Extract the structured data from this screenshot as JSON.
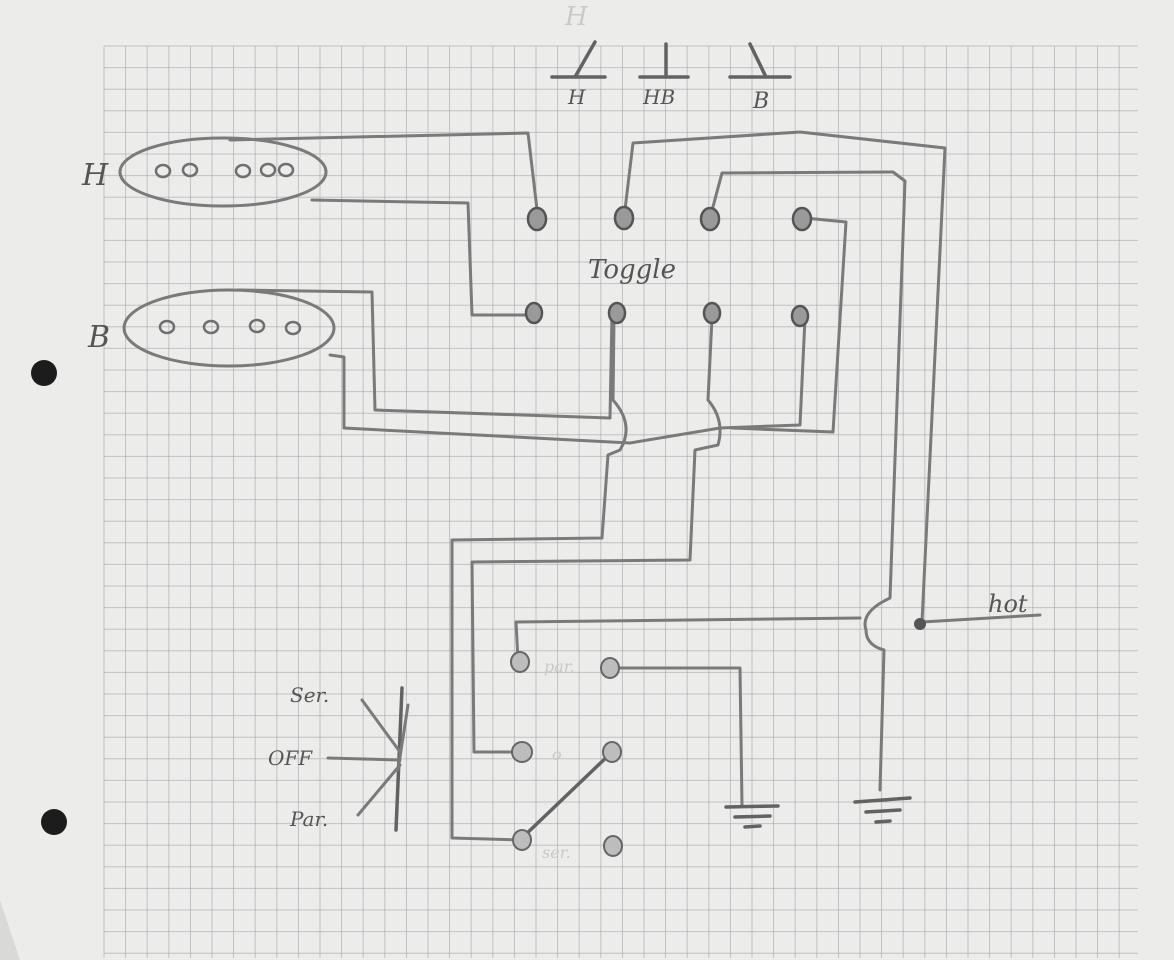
{
  "pickups": [
    {
      "id": "neck",
      "label": "H"
    },
    {
      "id": "bridge",
      "label": "B"
    }
  ],
  "toggle_positions": [
    "H",
    "HB",
    "B"
  ],
  "toggle_label": "Toggle",
  "output_label": "hot",
  "mini_switch": {
    "positions": [
      "Ser.",
      "OFF",
      "Par."
    ],
    "lug_labels": {
      "top": "par.",
      "middle": "o",
      "bottom": "ser."
    }
  },
  "page_mark": "H",
  "colors": {
    "paper": "#ececea",
    "grid": "#9aa0a8",
    "pencil": "#7a7a7a",
    "table": "#d9d9d7"
  }
}
